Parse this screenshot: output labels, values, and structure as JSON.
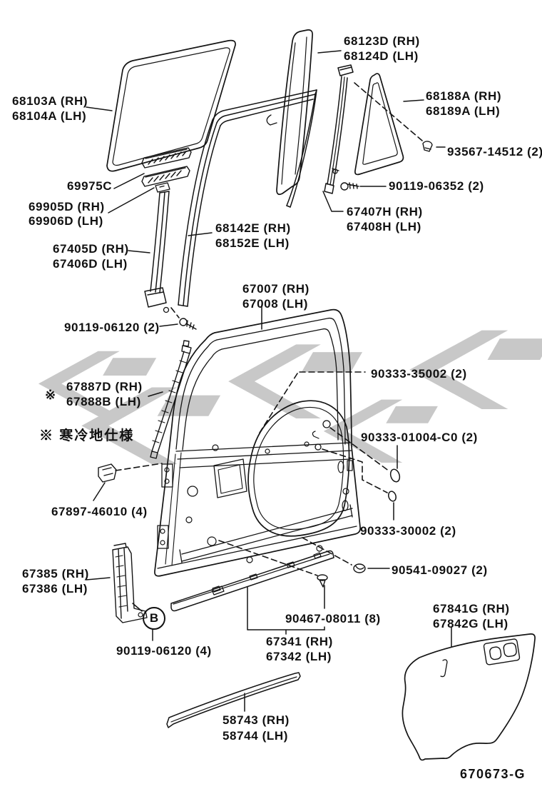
{
  "diagram": {
    "drawing_code": "670673-G",
    "footnote_marker": "※",
    "cold_region_note": "※ 寒冷地仕様",
    "detail_callout": "B",
    "line_color": "#141414",
    "watermark_color": "#c8c8c8",
    "background": "#ffffff"
  },
  "labels": {
    "quarter_glass_rh": "68123D (RH)",
    "quarter_glass_lh": "68124D (LH)",
    "door_glass_rh": "68103A (RH)",
    "door_glass_lh": "68104A (LH)",
    "quarter_weatherstrip_rh": "68188A (RH)",
    "quarter_weatherstrip_lh": "68189A (LH)",
    "rivet_93567": "93567-14512 (2)",
    "screw_06352": "90119-06352 (2)",
    "glass_channel_69975c": "69975C",
    "glass_run_clip_rh": "69905D (RH)",
    "glass_run_clip_lh": "69906D (LH)",
    "rear_sash_rh": "67407H (RH)",
    "rear_sash_lh": "67408H (LH)",
    "glass_run_rh": "68142E (RH)",
    "glass_run_lh": "68152E (LH)",
    "division_bar_rh": "67405D (RH)",
    "division_bar_lh": "67406D (LH)",
    "door_panel_rh": "67007 (RH)",
    "door_panel_lh": "67008 (LH)",
    "bolt_06120_2": "90119-06120 (2)",
    "screw_35002": "90333-35002 (2)",
    "front_weatherstrip_rh": "67887D (RH)",
    "front_weatherstrip_lh": "67888B (LH)",
    "screw_01004": "90333-01004-C0 (2)",
    "clip_46010": "67897-46010 (4)",
    "screw_30002": "90333-30002 (2)",
    "grommet_09027": "90541-09027 (2)",
    "lower_bracket_rh": "67385 (RH)",
    "lower_bracket_lh": "67386 (LH)",
    "clip_08011": "90467-08011 (8)",
    "belt_moulding_rh": "67341 (RH)",
    "belt_moulding_lh": "67342 (LH)",
    "hole_cover_rh": "67841G (RH)",
    "hole_cover_lh": "67842G (LH)",
    "bolt_06120_4": "90119-06120 (4)",
    "protector_rh": "58743 (RH)",
    "protector_lh": "58744 (LH)"
  }
}
